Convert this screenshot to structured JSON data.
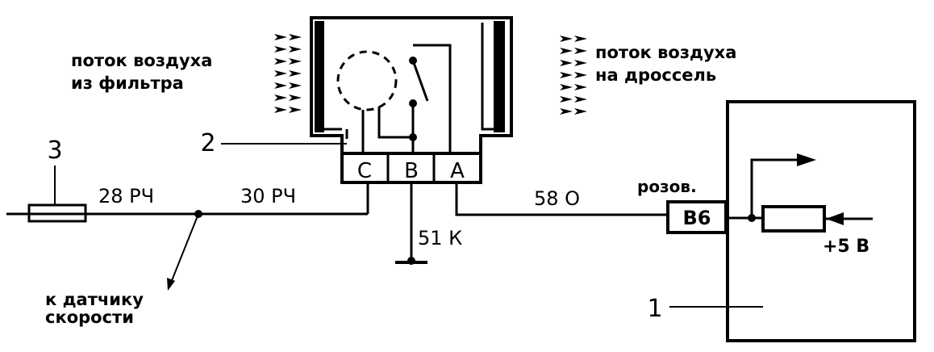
{
  "labels": {
    "airflow_in_line1": "поток воздуха",
    "airflow_in_line2": "из фильтра",
    "airflow_out_line1": "поток воздуха",
    "airflow_out_line2": "на дроссель",
    "callout_1": "1",
    "callout_2": "2",
    "callout_3": "3",
    "pin_c": "C",
    "pin_b": "B",
    "pin_a": "A",
    "wire_28": "28 РЧ",
    "wire_30": "30 РЧ",
    "wire_51": "51 К",
    "wire_58": "58 О",
    "pink_label": "розов.",
    "terminal_b6": "B6",
    "supply_voltage": "+5 В",
    "speed_sensor_line1": "к датчику",
    "speed_sensor_line2": "скорости"
  }
}
